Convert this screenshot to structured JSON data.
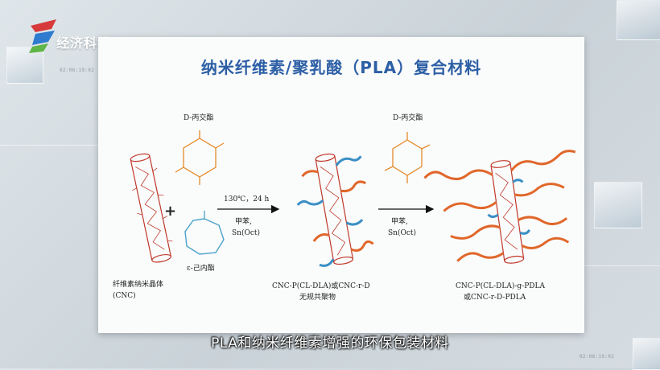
{
  "channel": {
    "logo_text": "经济科教"
  },
  "background": {
    "timestamp_top": "02:06:19:02",
    "timestamp_bottom": "02:06:19:02"
  },
  "slide": {
    "title": "纳米纤维素/聚乳酸（PLA）复合材料",
    "reagent_1": "D-丙交酯",
    "reagent_2": "D-丙交酯",
    "caprolactone": "ε-己内酯",
    "cnc_name": "纤维素纳米晶体",
    "cnc_abbr": "(CNC)",
    "step1_condition": "130℃，24 h",
    "step1_solvent": "甲苯,",
    "step1_catalyst": "Sn(Oct)",
    "step2_solvent": "甲苯,",
    "step2_catalyst": "Sn(Oct)",
    "product1_name": "CNC-P(CL-DLA)或CNC-r-D",
    "product1_desc": "无规共聚物",
    "product2_line1": "CNC-P(CL-DLA)-g-PDLA",
    "product2_line2": "或CNC-r-D-PDLA"
  },
  "caption": "PLA和纳米纤维素增强的环保包装材料",
  "colors": {
    "title": "#2d5fa6",
    "cnc_stroke": "#c0392b",
    "ring": "#e58a2b",
    "caprolactone": "#4aa3c9",
    "chain_orange": "#e0672a",
    "chain_blue": "#3a8fc4"
  }
}
